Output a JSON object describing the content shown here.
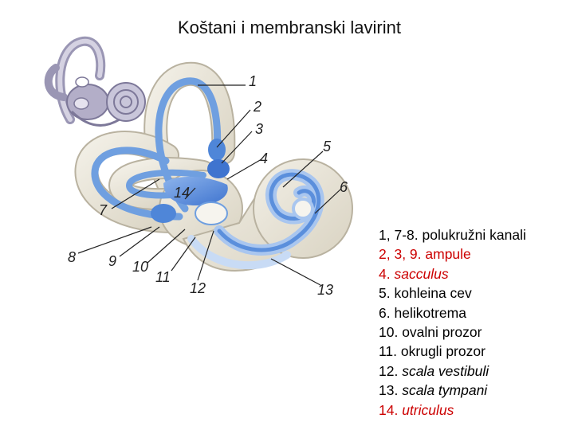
{
  "title": "Koštani  i membranski lavirint",
  "labels": {
    "n1": "1",
    "n2": "2",
    "n3": "3",
    "n4": "4",
    "n5": "5",
    "n6": "6",
    "n7": "7",
    "n8": "8",
    "n9": "9",
    "n10": "10",
    "n11": "11",
    "n12": "12",
    "n13": "13",
    "n14": "14"
  },
  "legend": [
    {
      "num": "1, 7-8.",
      "term": "polukružni kanali",
      "color": "#000000",
      "italic": false
    },
    {
      "num": "2, 3, 9.",
      "term": "ampule",
      "color": "#cc0000",
      "italic": false
    },
    {
      "num": "4.",
      "term": "sacculus",
      "color": "#cc0000",
      "italic": true
    },
    {
      "num": "5.",
      "term": "kohleina cev",
      "color": "#000000",
      "italic": false
    },
    {
      "num": "6.",
      "term": "helikotrema",
      "color": "#000000",
      "italic": false
    },
    {
      "num": "10.",
      "term": "ovalni prozor",
      "color": "#000000",
      "italic": false
    },
    {
      "num": "11.",
      "term": "okrugli prozor",
      "color": "#000000",
      "italic": false
    },
    {
      "num": "12.",
      "term": "scala vestibuli",
      "color": "#000000",
      "italic": true
    },
    {
      "num": "13.",
      "term": "scala tympani",
      "color": "#000000",
      "italic": true
    },
    {
      "num": "14.",
      "term": "utriculus",
      "color": "#cc0000",
      "italic": true
    }
  ],
  "colors": {
    "bone": "#e8e4d8",
    "bone_edge": "#b9b2a0",
    "membrane": "#6f9fe0",
    "membrane_dark": "#2f66c8",
    "membrane_light": "#a9c6ef",
    "thumb_fill": "#b8b4cc"
  }
}
